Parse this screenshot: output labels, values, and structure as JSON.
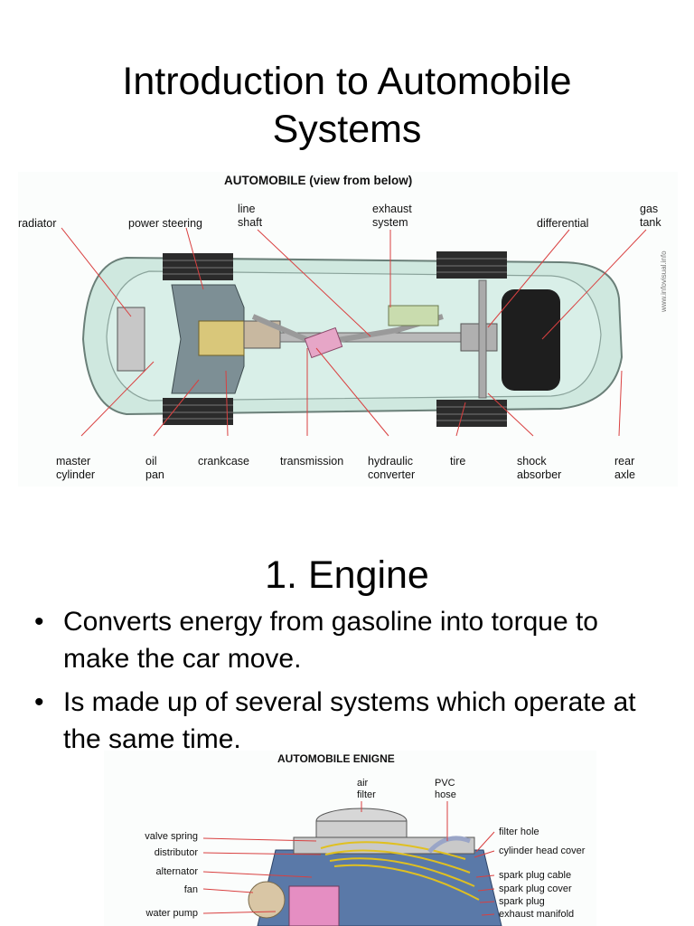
{
  "slide1": {
    "title_line1": "Introduction to Automobile",
    "title_line2": "Systems"
  },
  "car_diagram": {
    "title": "AUTOMOBILE (view from below)",
    "credit": "www.infovisual.info",
    "labels_top": {
      "radiator": "radiator",
      "power_steering": "power steering",
      "line_shaft_1": "line",
      "line_shaft_2": "shaft",
      "exhaust_1": "exhaust",
      "exhaust_2": "system",
      "differential": "differential",
      "gas_tank_1": "gas",
      "gas_tank_2": "tank"
    },
    "labels_bottom": {
      "master_1": "master",
      "master_2": "cylinder",
      "oil_1": "oil",
      "oil_2": "pan",
      "crankcase": "crankcase",
      "transmission": "transmission",
      "hydraulic_1": "hydraulic",
      "hydraulic_2": "converter",
      "tire": "tire",
      "shock_1": "shock",
      "shock_2": "absorber",
      "rear_1": "rear",
      "rear_2": "axle"
    }
  },
  "slide2": {
    "title": "1. Engine",
    "bullet_char": "•",
    "bullets": [
      "Converts energy from gasoline into torque to make the car move.",
      "Is made up of several systems which operate at the same time."
    ]
  },
  "engine_diagram": {
    "title": "AUTOMOBILE ENIGNE",
    "labels": {
      "air_1": "air",
      "air_2": "filter",
      "pvc_1": "PVC",
      "pvc_2": "hose",
      "valve_spring": "valve spring",
      "distributor": "distributor",
      "alternator": "alternator",
      "fan": "fan",
      "water_pump": "water pump",
      "filter_hole": "filter hole",
      "cylinder_head_cover": "cylinder head cover",
      "spark_plug_cable": "spark plug cable",
      "spark_plug_cover": "spark plug cover",
      "spark_plug": "spark plug",
      "exhaust_manifold": "exhaust manifold"
    }
  }
}
